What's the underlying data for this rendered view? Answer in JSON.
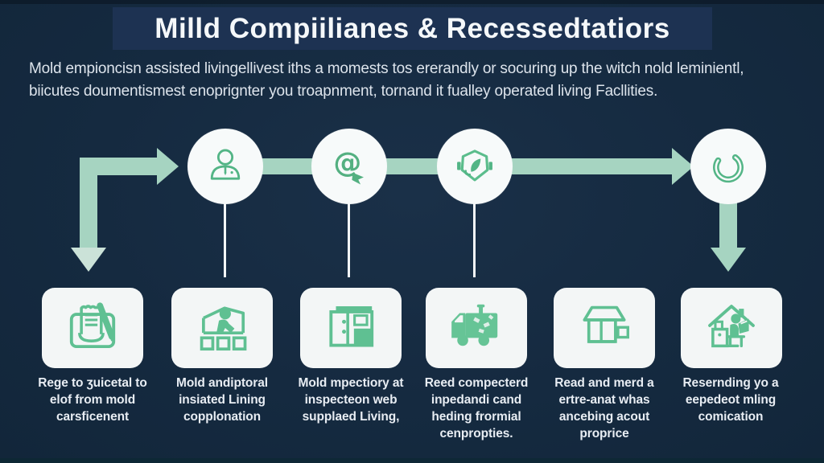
{
  "title": "Milld Compiilianes & Recessedtatiors",
  "subtitle": {
    "line1": "Mold empioncisn assisted livingellivest iths a momests tos ererandly or socuring up the witch nold leminientl,",
    "line2": "biicutes doumentismest enoprignter you troapnment, tornand it fualley operated living Facllities."
  },
  "flow": {
    "nodes": [
      {
        "icon": "person-icon"
      },
      {
        "icon": "at-badge-icon"
      },
      {
        "icon": "shield-check-icon"
      },
      {
        "icon": "refresh-arc-icon"
      }
    ]
  },
  "cards": [
    {
      "icon": "clipboard-pen-icon",
      "caption": [
        "Rege to ʒuicetal to",
        "elof from mold",
        "carsficenent"
      ]
    },
    {
      "icon": "worker-machine-icon",
      "caption": [
        "Mold andiptoral",
        "insiated Lining",
        "copplonation"
      ]
    },
    {
      "icon": "cabinet-icon",
      "caption": [
        "Mold mpectiory at",
        "inspecteon web",
        "supplaed Living,"
      ]
    },
    {
      "icon": "truck-icon",
      "caption": [
        "Reed compecterd",
        "inpedandi cand",
        "heding frormial",
        "cenpropties."
      ]
    },
    {
      "icon": "storefront-icon",
      "caption": [
        "Read and merd a",
        "ertre-anat whas",
        "ancebing acout",
        "proprice"
      ]
    },
    {
      "icon": "house-person-icon",
      "caption": [
        "Resernding yo a",
        "eepedeot mling",
        "comication"
      ]
    }
  ],
  "colors": {
    "background": "#152a40",
    "title_band": "#1d3252",
    "arrow_mint": "#a6d4c1",
    "icon_green": "#53b586",
    "card_background": "#f3f6f6",
    "text_light": "#e8edf3"
  }
}
